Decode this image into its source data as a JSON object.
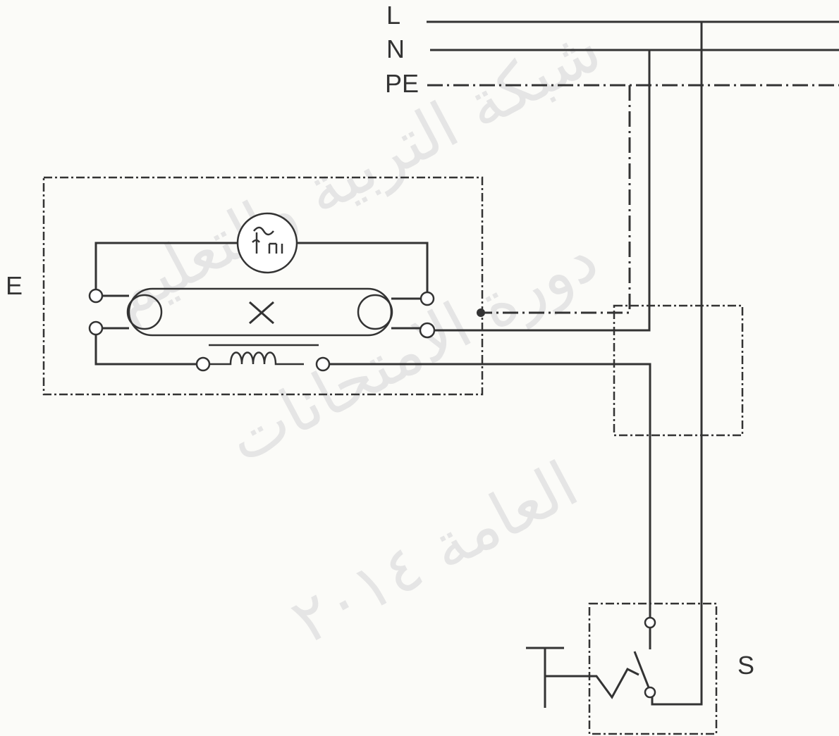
{
  "labels": {
    "L": "L",
    "N": "N",
    "PE": "PE",
    "E": "E",
    "S": "S"
  },
  "watermark": [
    "شبكة التربية والتعليم",
    "دورة الامتحانات",
    "العامة ٢٠١٤"
  ],
  "colors": {
    "line": "#333333",
    "background": "#fbfbf8",
    "watermark": "#e3e3e3"
  }
}
